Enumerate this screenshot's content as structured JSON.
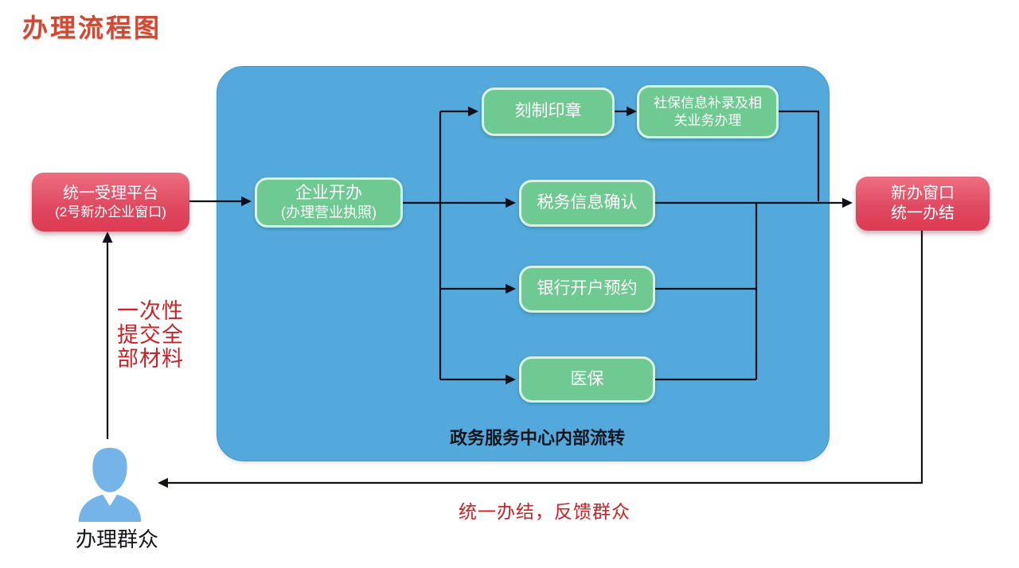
{
  "title": "办理流程图",
  "nodes": {
    "platform": {
      "line1": "统一受理平台",
      "line2": "(2号新办企业窗口)"
    },
    "business_open": {
      "line1": "企业开办",
      "line2": "(办理营业执照)"
    },
    "seal": {
      "label": "刻制印章"
    },
    "social": {
      "line1": "社保信息补录及相",
      "line2": "关业务办理"
    },
    "tax": {
      "label": "税务信息确认"
    },
    "bank": {
      "label": "银行开户预约"
    },
    "medical": {
      "label": "医保"
    },
    "result": {
      "line1": "新办窗口",
      "line2": "统一办结"
    }
  },
  "container": {
    "label": "政务服务中心内部流转"
  },
  "annotations": {
    "submit_line1": "一次性",
    "submit_line2": "提交全",
    "submit_line3": "部材料",
    "feedback": "统一办结，反馈群众"
  },
  "person": {
    "label": "办理群众"
  },
  "colors": {
    "container_blue": "#54a9dc",
    "node_green": "#6fca92",
    "node_green_border": "#d8f3e4",
    "node_red_top": "#ee6e80",
    "node_red_bottom": "#dd3a53",
    "annotation_red": "#cb2127",
    "connector_black": "#101018",
    "person_blue": "#74b4e8",
    "title_red": "#cf4a35"
  }
}
